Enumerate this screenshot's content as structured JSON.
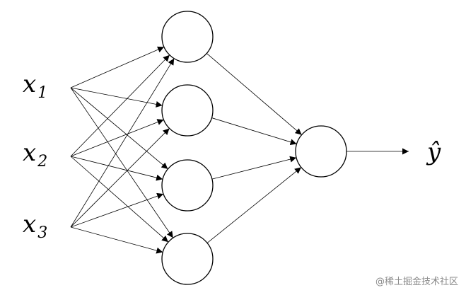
{
  "inputs": [
    {
      "symbol": "x",
      "subscript": "1"
    },
    {
      "symbol": "x",
      "subscript": "2"
    },
    {
      "symbol": "x",
      "subscript": "3"
    }
  ],
  "output": {
    "symbol": "ŷ"
  },
  "hidden_units": 4,
  "output_units": 1,
  "watermark": "@稀土掘金技术社区"
}
